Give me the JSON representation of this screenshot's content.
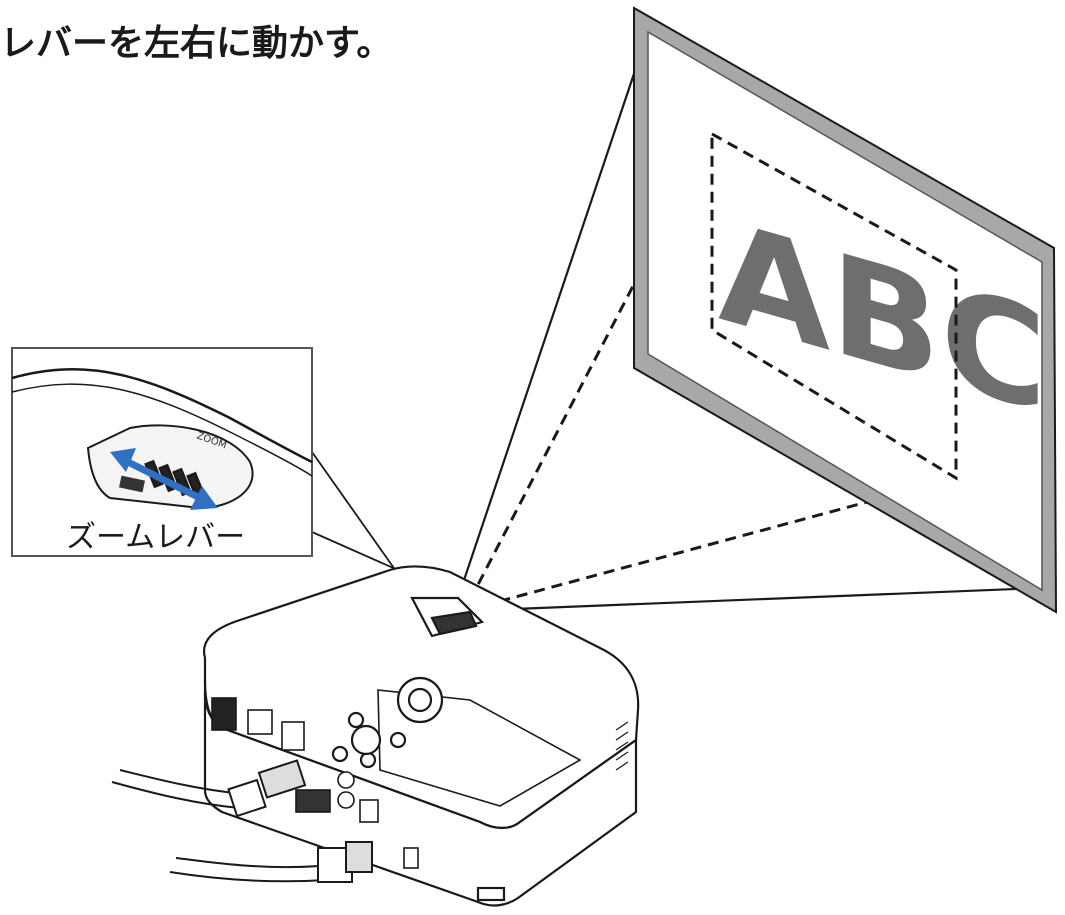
{
  "caption": "レバーを左右に動かす。",
  "inset": {
    "label": "ズームレバー"
  },
  "screen": {
    "projected_text": "ABC"
  },
  "colors": {
    "line": "#1a1a1a",
    "screen_frame": "#a8a8a8",
    "screen_text": "#6e6e6e",
    "arrow": "#2f6fc4"
  },
  "icons": {
    "zoom_direction": "double-arrow-icon",
    "power_plug": "plug-icon"
  }
}
